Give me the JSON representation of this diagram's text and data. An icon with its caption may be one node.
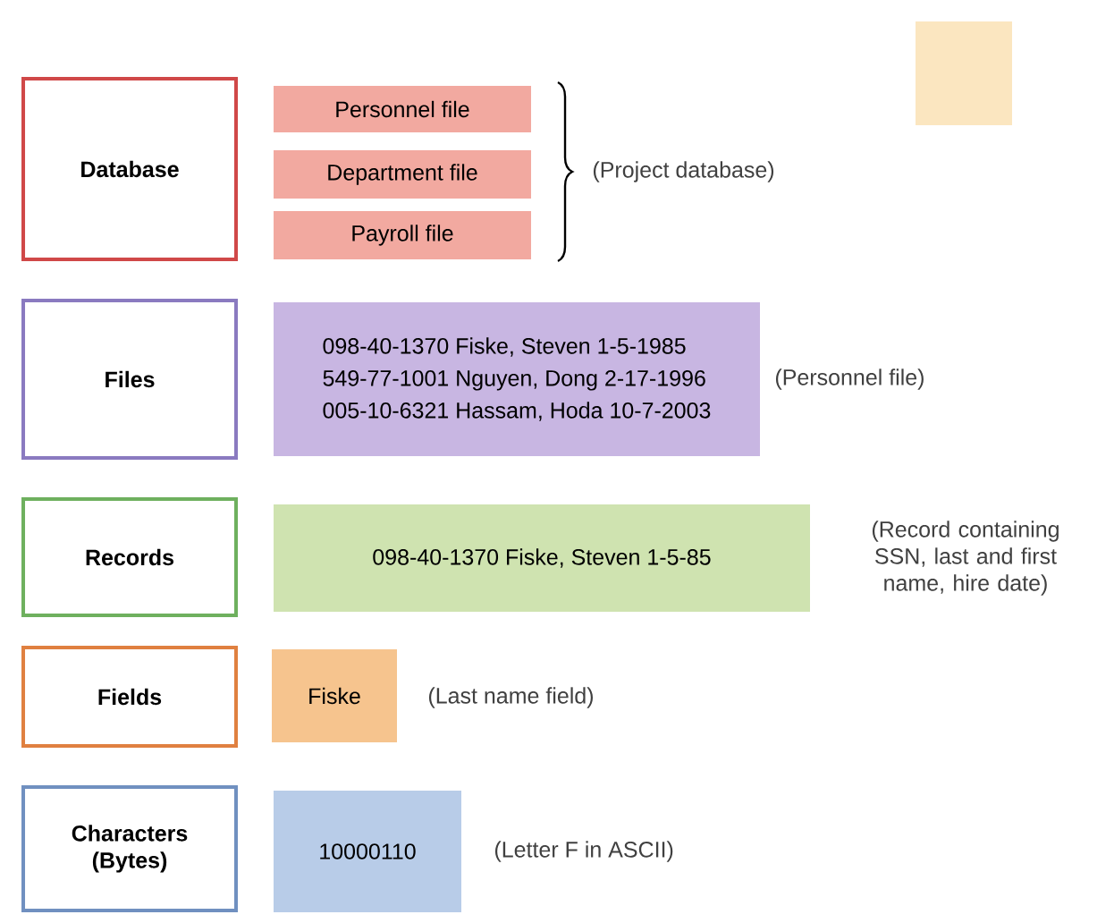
{
  "diagram": {
    "nodes": [
      {
        "text": [
          "Database"
        ]
      },
      {
        "text": [
          "Personnel file"
        ]
      },
      {
        "text": [
          "Department file"
        ]
      },
      {
        "text": [
          "Payroll file"
        ]
      },
      {
        "text": [
          "Files"
        ]
      },
      {
        "text": [
          "098-40-1370 Fiske, Steven 1-5-1985",
          "549-77-1001 Nguyen, Dong 2-17-1996",
          "005-10-6321 Hassam, Hoda 10-7-2003"
        ],
        "beside": [
          "(Personnel file)"
        ]
      },
      {
        "text": [
          "Records"
        ]
      },
      {
        "text": [
          "098-40-1370 Fiske, Steven 1-5-85"
        ],
        "beside": [
          "(Record containing SSN, last and first name, hire date)"
        ]
      },
      {
        "text": [
          "Fields"
        ]
      },
      {
        "text": [
          "Fiske"
        ],
        "beside": [
          "(Last name field)"
        ]
      },
      {
        "text": [
          "Characters (Bytes)"
        ]
      },
      {
        "text": [
          "10000110"
        ],
        "beside": [
          "(Letter F in ASCII)"
        ]
      },
      {
        "text": [],
        "shape": "box"
      }
    ],
    "edges": [],
    "labels": [
      "(Project database)"
    ]
  }
}
